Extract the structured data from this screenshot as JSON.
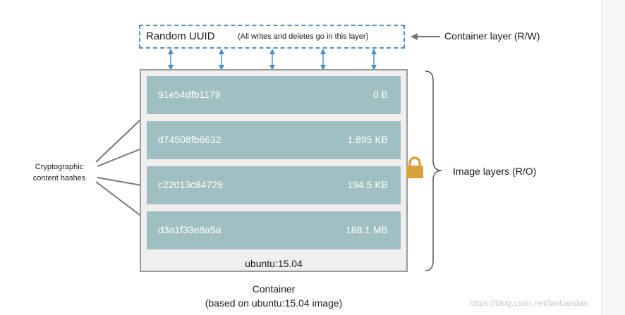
{
  "container_layer": {
    "uuid_label": "Random UUID",
    "note": "(All writes and deletes go in this layer)",
    "side_label": "Container layer (R/W)"
  },
  "image_layers": [
    {
      "hash": "91e54dfb1179",
      "size": "0 B"
    },
    {
      "hash": "d74508fb6632",
      "size": "1.895 KB"
    },
    {
      "hash": "c22013c84729",
      "size": "194.5 KB"
    },
    {
      "hash": "d3a1f33e8a5a",
      "size": "188.1 MB"
    }
  ],
  "image_name": "ubuntu:15.04",
  "image_layers_label": "Image layers (R/O)",
  "hash_caption": {
    "line1": "Cryptographic",
    "line2": "content hashes"
  },
  "container_caption": {
    "line1": "Container",
    "line2": "(based on ubuntu:15.04 image)"
  },
  "watermark": "https://blog.csdn.net/fanbaodan",
  "colors": {
    "layer_fill": "#9fbfc3",
    "container_fill": "#efefef",
    "dashed_border": "#4d8fcc",
    "lock": "#d9a23a"
  }
}
